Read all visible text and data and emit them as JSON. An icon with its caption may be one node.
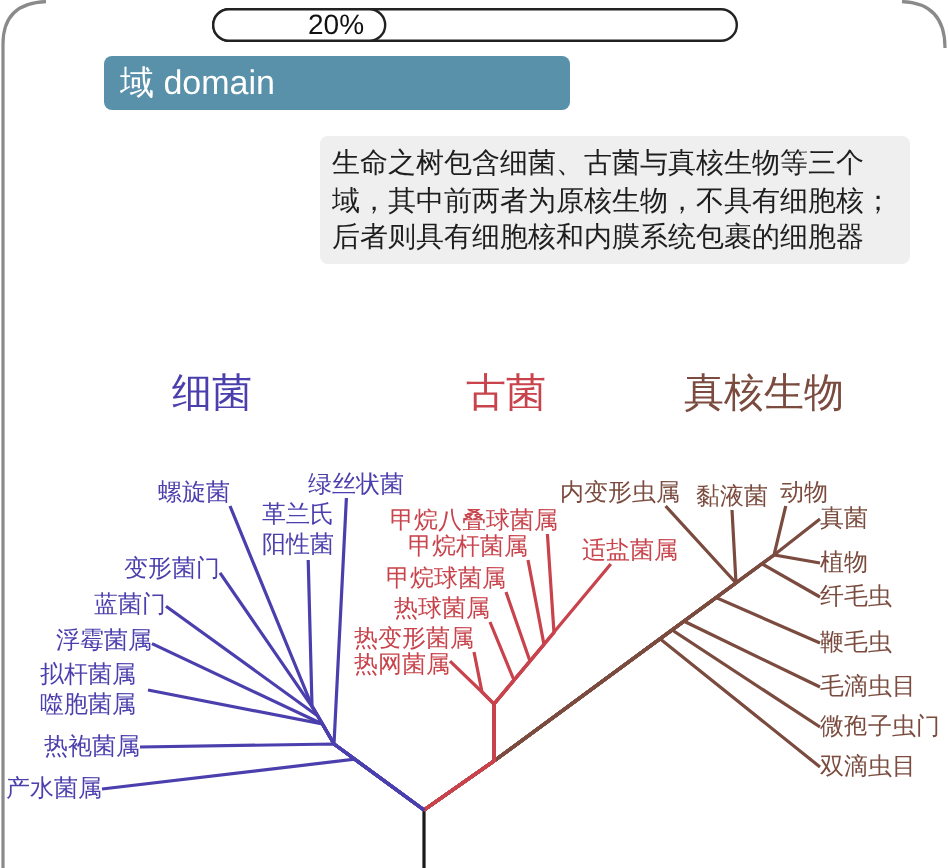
{
  "diagram": {
    "title": "域 domain",
    "nodes": [
      {
        "text": [
          "生命之树包含细菌、古菌与真核生物等三个域，其中前两者为原核生物，不具有细胞核；后者则具有细胞核和内膜系统包裹的细胞器"
        ]
      },
      {
        "text": [
          "螺旋菌"
        ]
      },
      {
        "text": [
          "绿丝状菌"
        ]
      },
      {
        "text": [
          "革兰氏阳性菌"
        ]
      },
      {
        "text": [
          "变形菌门"
        ]
      },
      {
        "text": [
          "蓝菌门"
        ]
      },
      {
        "text": [
          "浮霉菌属"
        ]
      },
      {
        "text": [
          "拟杆菌属噬胞菌属"
        ]
      },
      {
        "text": [
          "热袍菌属"
        ]
      },
      {
        "text": [
          "产水菌属"
        ]
      },
      {
        "text": [
          "甲烷八叠球菌属"
        ]
      },
      {
        "text": [
          "甲烷杆菌属"
        ]
      },
      {
        "text": [
          "甲烷球菌属"
        ]
      },
      {
        "text": [
          "热球菌属"
        ]
      },
      {
        "text": [
          "热变形菌属"
        ]
      },
      {
        "text": [
          "热网菌属"
        ]
      },
      {
        "text": [
          "适盐菌属"
        ]
      },
      {
        "text": [
          "内变形虫属"
        ]
      },
      {
        "text": [
          "黏液菌"
        ]
      },
      {
        "text": [
          "动物"
        ]
      },
      {
        "text": [
          "真菌"
        ]
      },
      {
        "text": [
          "植物"
        ]
      },
      {
        "text": [
          "纤毛虫"
        ]
      },
      {
        "text": [
          "鞭毛虫"
        ]
      },
      {
        "text": [
          "毛滴虫目"
        ]
      },
      {
        "text": [
          "微孢子虫门"
        ]
      },
      {
        "text": [
          "双滴虫目"
        ]
      }
    ],
    "edges": [
      {
        "from": null,
        "to": 1,
        "arrow": "none",
        "color": "#4b3fae"
      },
      {
        "from": null,
        "to": 2,
        "arrow": "none",
        "color": "#4b3fae"
      },
      {
        "from": null,
        "to": 3,
        "arrow": "none",
        "color": "#4b3fae"
      },
      {
        "from": null,
        "to": 4,
        "arrow": "none",
        "color": "#4b3fae"
      },
      {
        "from": null,
        "to": 5,
        "arrow": "none",
        "color": "#4b3fae"
      },
      {
        "from": null,
        "to": 6,
        "arrow": "none",
        "color": "#4b3fae"
      },
      {
        "from": null,
        "to": 7,
        "arrow": "none",
        "color": "#4b3fae"
      },
      {
        "from": null,
        "to": 8,
        "arrow": "none",
        "color": "#4b3fae"
      },
      {
        "from": null,
        "to": 9,
        "arrow": "none",
        "color": "#4b3fae"
      },
      {
        "from": null,
        "to": 10,
        "arrow": "none",
        "color": "#c8434c"
      },
      {
        "from": null,
        "to": 11,
        "arrow": "none",
        "color": "#c8434c"
      },
      {
        "from": null,
        "to": 12,
        "arrow": "none",
        "color": "#c8434c"
      },
      {
        "from": null,
        "to": 13,
        "arrow": "none",
        "color": "#c8434c"
      },
      {
        "from": null,
        "to": 14,
        "arrow": "none",
        "color": "#c8434c"
      },
      {
        "from": null,
        "to": 15,
        "arrow": "none",
        "color": "#c8434c"
      },
      {
        "from": null,
        "to": 16,
        "arrow": "none",
        "color": "#c8434c"
      },
      {
        "from": null,
        "to": 17,
        "arrow": "none",
        "color": "#7a4b3e"
      },
      {
        "from": null,
        "to": 18,
        "arrow": "none",
        "color": "#7a4b3e"
      },
      {
        "from": null,
        "to": 19,
        "arrow": "none",
        "color": "#7a4b3e"
      },
      {
        "from": null,
        "to": 20,
        "arrow": "none",
        "color": "#7a4b3e"
      },
      {
        "from": null,
        "to": 21,
        "arrow": "none",
        "color": "#7a4b3e"
      },
      {
        "from": null,
        "to": 22,
        "arrow": "none",
        "color": "#7a4b3e"
      },
      {
        "from": null,
        "to": 23,
        "arrow": "none",
        "color": "#7a4b3e"
      },
      {
        "from": null,
        "to": 24,
        "arrow": "none",
        "color": "#7a4b3e"
      },
      {
        "from": null,
        "to": 25,
        "arrow": "none",
        "color": "#7a4b3e"
      },
      {
        "from": null,
        "to": 26,
        "arrow": "none",
        "color": "#7a4b3e"
      }
    ],
    "labels": [
      "20%",
      "细菌",
      "古菌",
      "真核生物"
    ]
  }
}
